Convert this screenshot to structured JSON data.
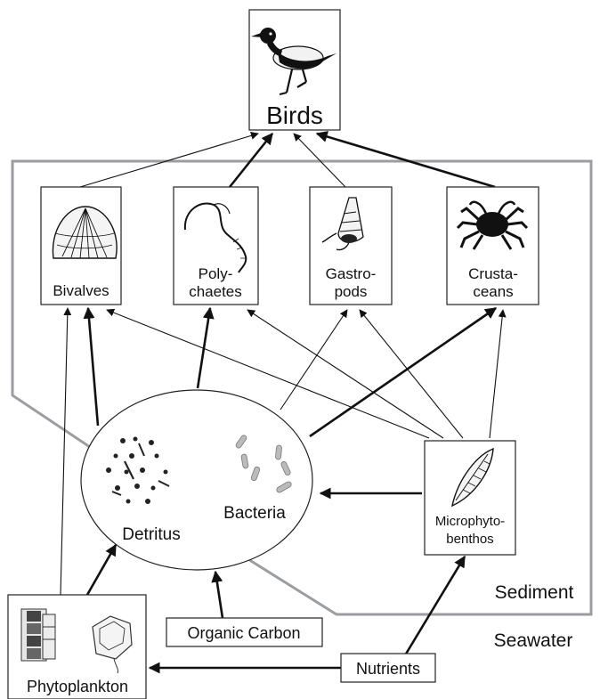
{
  "nodes": {
    "birds": "Birds",
    "bivalves": "Bivalves",
    "polychaetes": [
      "Poly-",
      "chaetes"
    ],
    "gastropods": [
      "Gastro-",
      "pods"
    ],
    "crustaceans": [
      "Crusta-",
      "ceans"
    ],
    "detritus": "Detritus",
    "bacteria": "Bacteria",
    "microphytobenthos": [
      "Microphyto-",
      "benthos"
    ],
    "phytoplankton": "Phytoplankton",
    "organic_carbon": "Organic Carbon",
    "nutrients": "Nutrients"
  },
  "regions": {
    "sediment": "Sediment",
    "seawater": "Seawater"
  },
  "icons": {
    "birds": "bird-icon",
    "bivalves": "clam-shell-icon",
    "polychaetes": "worm-icon",
    "gastropods": "snail-icon",
    "crustaceans": "crab-icon",
    "detritus": "detritus-particles-icon",
    "bacteria": "bacteria-rods-icon",
    "microphytobenthos": "diatom-icon",
    "phytoplankton": "phytoplankton-cells-icon"
  },
  "colors": {
    "sediment_border": "#9a9ea2",
    "line": "#111111"
  }
}
